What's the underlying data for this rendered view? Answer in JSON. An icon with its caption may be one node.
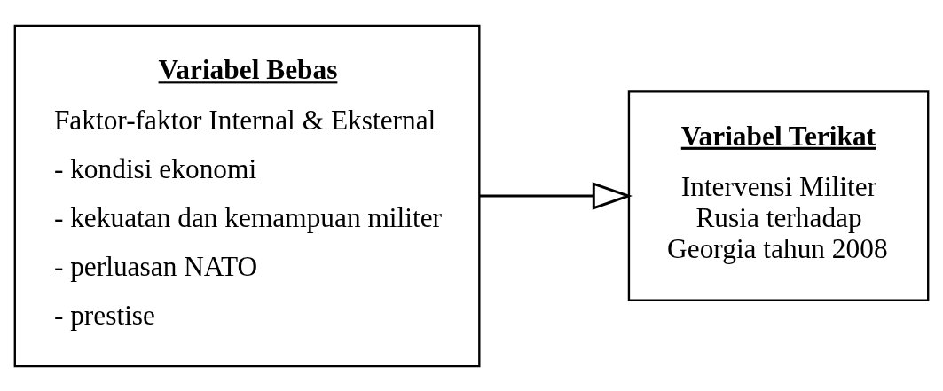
{
  "diagram": {
    "nodes": [
      {
        "text": [
          "Variabel Bebas",
          "Faktor-faktor Internal & Eksternal",
          "- kondisi ekonomi",
          "- kekuatan dan kemampuan militer",
          "- perluasan NATO",
          "- prestise"
        ]
      },
      {
        "text": [
          "Variabel Terikat",
          "Intervensi Militer Rusia terhadap Georgia tahun 2008"
        ]
      }
    ],
    "edges": [
      {
        "from": 0,
        "to": 1,
        "arrow": "to"
      }
    ]
  }
}
